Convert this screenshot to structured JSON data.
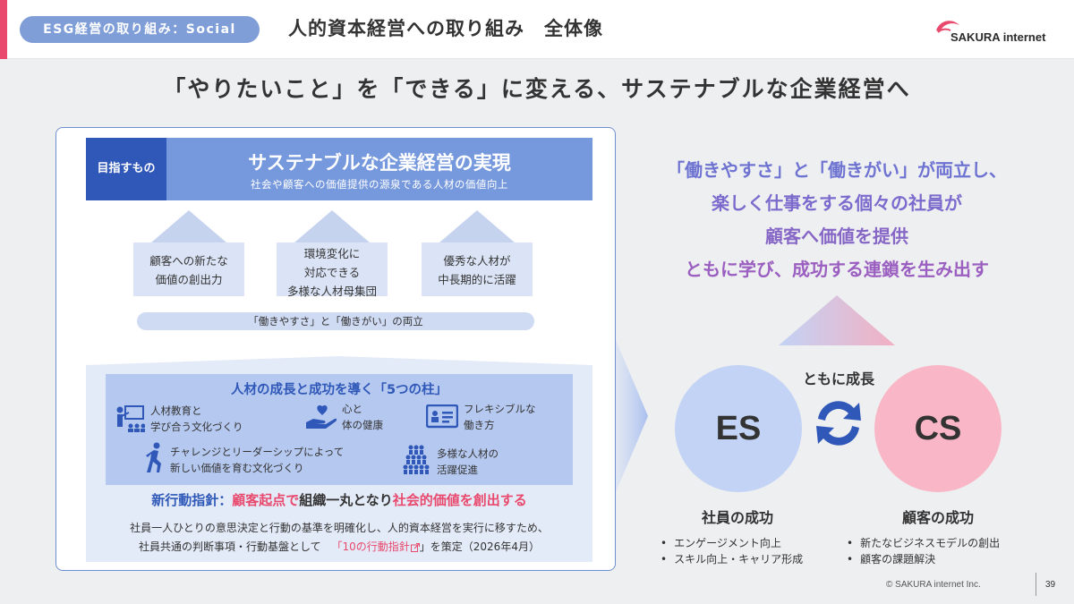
{
  "header": {
    "tag": "ESG経営の取り組み：Social",
    "title": "人的資本経営への取り組み　全体像",
    "logo_text": "SAKURA internet"
  },
  "headline": "「やりたいこと」を「できる」に変える、サステナブルな企業経営へ",
  "left": {
    "goal_label": "目指すもの",
    "goal_title": "サステナブルな企業経営の実現",
    "goal_sub": "社会や顧客への価値提供の源泉である人材の価値向上",
    "arrows": [
      {
        "line1": "顧客への新たな",
        "line2": "価値の創出力",
        "line3": ""
      },
      {
        "line1": "環境変化に",
        "line2": "対応できる",
        "line3": "多様な人材母集団"
      },
      {
        "line1": "優秀な人材が",
        "line2": "中長期的に活躍",
        "line3": ""
      }
    ],
    "pill": "「働きやすさ」と「働きがい」の両立",
    "pillars_title": "人材の成長と成功を導く「5つの柱」",
    "pillars": [
      {
        "line1": "人材教育と",
        "line2": "学び合う文化づくり",
        "icon": "teacher-icon"
      },
      {
        "line1": "心と",
        "line2": "体の健康",
        "icon": "hand-heart-icon"
      },
      {
        "line1": "フレキシブルな",
        "line2": "働き方",
        "icon": "remote-work-icon"
      },
      {
        "line1": "チャレンジとリーダーシップによって",
        "line2": "新しい価値を育む文化づくり",
        "icon": "runner-icon"
      },
      {
        "line1": "多様な人材の",
        "line2": "活躍促進",
        "icon": "people-group-icon"
      }
    ],
    "policy": {
      "label": "新行動指針：",
      "emph1": "顧客起点で",
      "mid": "組織一丸となり",
      "emph2": "社会的価値を創出する"
    },
    "policy_body": {
      "line1": "社員一人ひとりの意思決定と行動の基準を明確化し、人的資本経営を実行に移すため、",
      "line2_pre": "社員共通の判断事項・行動基盤として",
      "line2_link": "「10の行動指針",
      "line2_post": "」を策定（2026年4月）"
    }
  },
  "right": {
    "message": {
      "line1": "「働きやすさ」と「働きがい」が両立し、",
      "line2": "楽しく仕事をする個々の社員が",
      "line3": "顧客へ価値を提供",
      "line4": "ともに学び、成功する連鎖を生み出す"
    },
    "together": "ともに成長",
    "es": "ES",
    "cs": "CS",
    "es_title": "社員の成功",
    "cs_title": "顧客の成功",
    "es_bullets": [
      "エンゲージメント向上",
      "スキル向上・キャリア形成"
    ],
    "cs_bullets": [
      "新たなビジネスモデルの創出",
      "顧客の課題解決"
    ]
  },
  "footer": {
    "copyright": "© SAKURA internet Inc.",
    "page": "39"
  },
  "colors": {
    "accent_pink": "#e8496d",
    "brand_blue": "#2f58b8",
    "banner_blue": "#7698dc",
    "es_blue": "#c3d3f5",
    "cs_pink": "#f8b6c6"
  }
}
